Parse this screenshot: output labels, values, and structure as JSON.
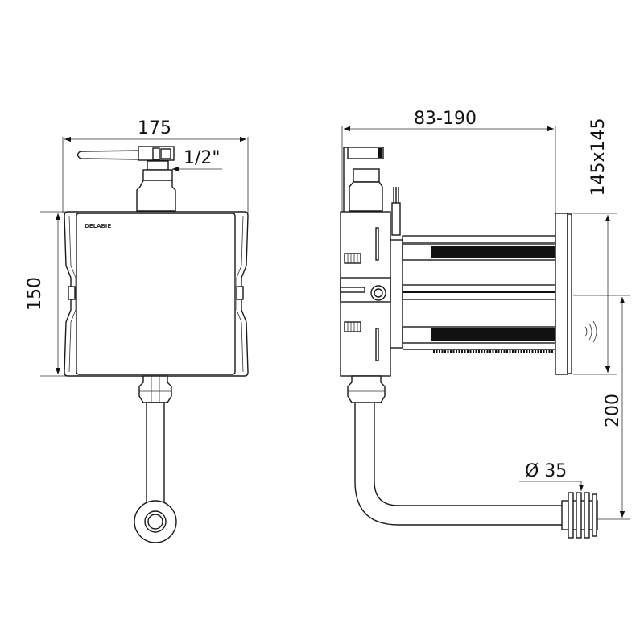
{
  "front_view": {
    "width_dimension": "175",
    "connection_dimension": "1/2\"",
    "height_dimension": "150",
    "logo": "DELABIE"
  },
  "side_view": {
    "depth_dimension": "83-190",
    "plate_dimension": "145x145",
    "drain_height_dimension": "200",
    "drain_diameter_dimension": "Ø 35"
  }
}
